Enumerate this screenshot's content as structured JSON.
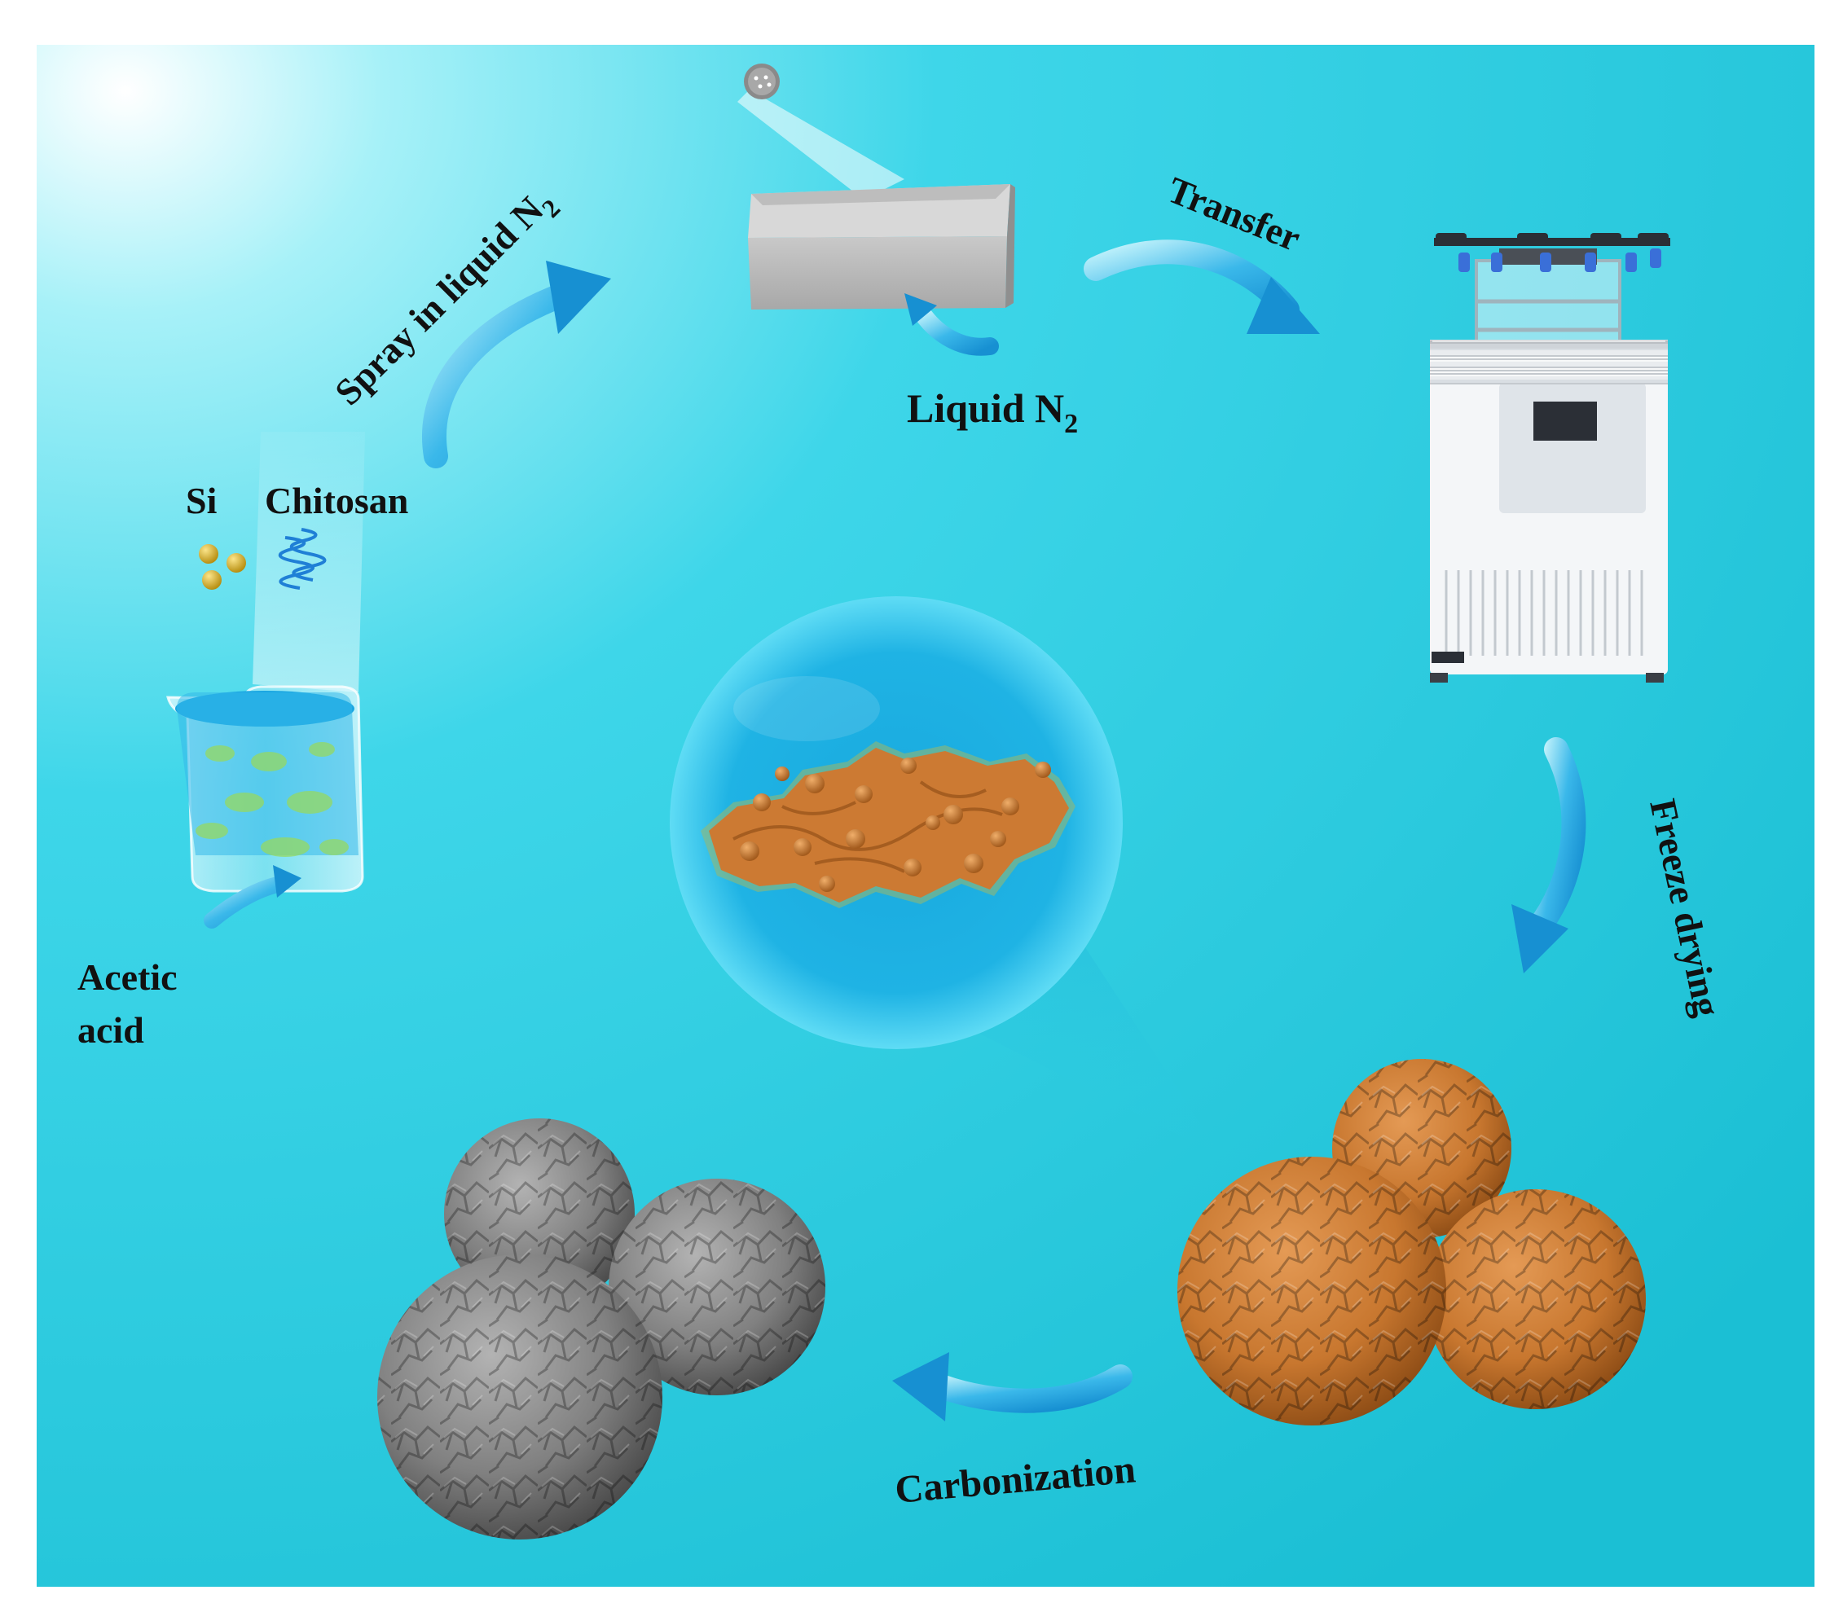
{
  "labels": {
    "spray_main": "Spray in liquid N",
    "spray_sub": "2",
    "transfer": "Transfer",
    "liquid_main": "Liquid N",
    "liquid_sub": "2",
    "si": "Si",
    "chitosan": "Chitosan",
    "acetic_line1": "Acetic",
    "acetic_line2": "acid",
    "freeze_drying": "Freeze drying",
    "carbonization": "Carbonization"
  },
  "colors": {
    "background_light": "#d8fbfd",
    "background_mid": "#2fd3e6",
    "background_dark": "#19c0d6",
    "arrow": "#23a6e0",
    "arrow_light": "#8fe4f8",
    "chitosan_orange": "#cc7a33",
    "carbon_grey": "#7d7d7d",
    "si_particle": "#d9b43a",
    "label_text": "#111111"
  },
  "icons": {
    "beaker": "beaker-icon",
    "spray_nozzle": "spray-nozzle-icon",
    "tray": "liquid-nitrogen-tray-icon",
    "freeze_dryer": "freeze-dryer-icon",
    "si_particles": "si-particles-icon",
    "chitosan_chain": "chitosan-helix-icon",
    "orange_spheres": "chitosan-microspheres-icon",
    "grey_spheres": "carbonized-microspheres-icon",
    "zoom_bubble": "magnified-sheet-icon"
  }
}
